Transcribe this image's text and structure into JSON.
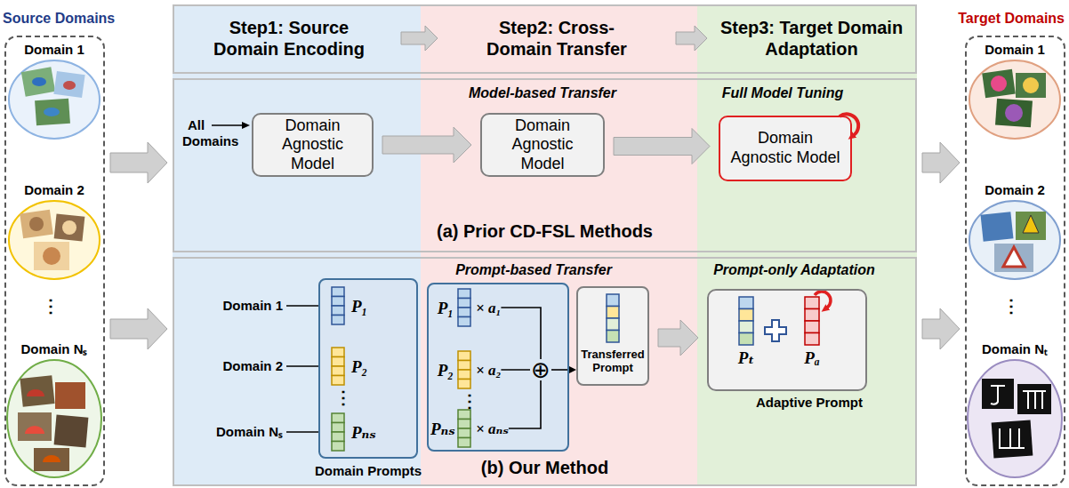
{
  "diagram": {
    "nodes": [
      {
        "text": [
          "Source Domains"
        ]
      },
      {
        "text": [
          "Domain 1"
        ],
        "in": 0
      },
      {
        "text": [
          "Domain 2"
        ],
        "in": 0
      },
      {
        "text": [
          "Domain Nₛ"
        ],
        "in": 0
      },
      {
        "text": [
          "Step1: Source Domain Encoding"
        ]
      },
      {
        "text": [
          "Step2: Cross-Domain Transfer"
        ]
      },
      {
        "text": [
          "Step3: Target Domain Adaptation"
        ]
      },
      {
        "text": [
          "(a) Prior CD-FSL Methods"
        ]
      },
      {
        "text": [
          "Domain Agnostic Model"
        ],
        "in": 7
      },
      {
        "text": [
          "Domain Agnostic Model"
        ],
        "in": 7
      },
      {
        "text": [
          "Domain Agnostic Model"
        ],
        "in": 7
      },
      {
        "text": [
          "(b) Our Method"
        ]
      },
      {
        "text": [
          "Domain Prompts",
          "⋮"
        ],
        "in": 11
      },
      {
        "text": [
          "P₁"
        ],
        "in": 12
      },
      {
        "text": [
          "P₂"
        ],
        "in": 12
      },
      {
        "text": [
          "Pₙₛ"
        ],
        "in": 12
      },
      {
        "text": [
          "⋮"
        ],
        "in": 11
      },
      {
        "text": [
          "P₁",
          "× a₁"
        ],
        "in": 16
      },
      {
        "text": [
          "P₂",
          "× a₂"
        ],
        "in": 16
      },
      {
        "text": [
          "Pₙₛ",
          "× aₙₛ"
        ],
        "in": 16
      },
      {
        "text": [
          "⊕"
        ],
        "in": 16
      },
      {
        "text": [
          "Transferred Prompt"
        ],
        "in": 11
      },
      {
        "text": [
          "Adaptive Prompt"
        ],
        "in": 11
      },
      {
        "text": [
          "Pₜ"
        ],
        "in": 22
      },
      {
        "text": [
          "Pₐ"
        ],
        "in": 22
      },
      {
        "text": [
          "Target Domains"
        ]
      },
      {
        "text": [
          "Domain 1"
        ],
        "in": 25
      },
      {
        "text": [
          "Domain 2"
        ],
        "in": 25
      },
      {
        "text": [
          "Domain Nₜ"
        ],
        "in": 25
      }
    ],
    "edges": [
      {
        "from": 0,
        "to": 7,
        "arrow": "to"
      },
      {
        "from": 0,
        "to": 11,
        "arrow": "to"
      },
      {
        "from": 4,
        "to": 5,
        "arrow": "to"
      },
      {
        "from": 5,
        "to": 6,
        "arrow": "to"
      },
      {
        "from": 8,
        "to": 9,
        "arrow": "to"
      },
      {
        "from": 9,
        "to": 10,
        "arrow": "to"
      },
      {
        "from": 17,
        "to": 20,
        "arrow": "none"
      },
      {
        "from": 18,
        "to": 20,
        "arrow": "none"
      },
      {
        "from": 19,
        "to": 20,
        "arrow": "none"
      },
      {
        "from": 20,
        "to": 21,
        "arrow": "to"
      },
      {
        "from": 21,
        "to": 22,
        "arrow": "to"
      },
      {
        "from": 7,
        "to": 25,
        "arrow": "to"
      },
      {
        "from": 11,
        "to": 25,
        "arrow": "to"
      }
    ],
    "labels": [
      "⋮",
      "Model-based Transfer",
      "Full Model Tuning",
      "All",
      "Domains",
      "Prompt-based Transfer",
      "Prompt-only Adaptation",
      "Domain 1",
      "Domain 2",
      "Domain Nₛ",
      "⋮"
    ]
  }
}
